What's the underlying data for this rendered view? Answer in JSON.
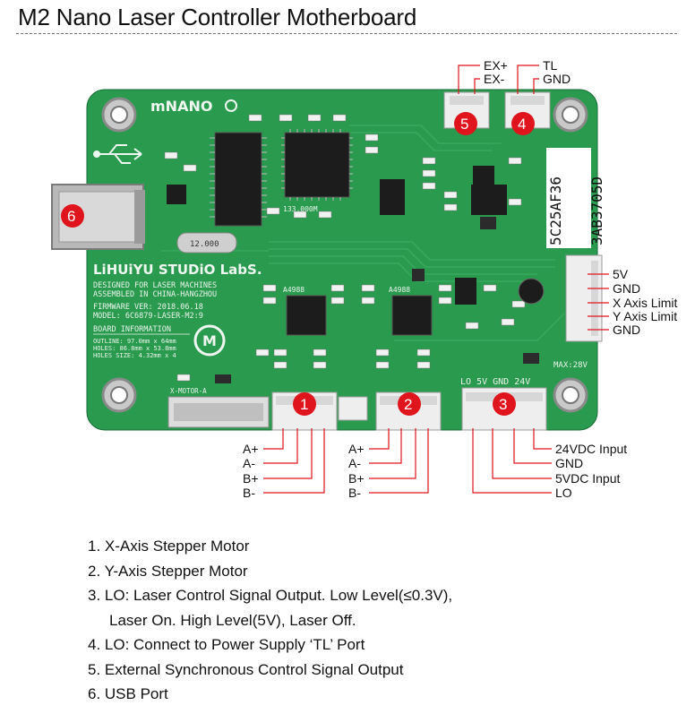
{
  "title": "M2 Nano Laser Controller Motherboard",
  "board": {
    "brand": "mNANO",
    "maker": "LiHUiYU STUDiO LabS.",
    "lines": [
      "DESIGNED FOR LASER MACHINES",
      "ASSEMBLED IN CHINA-HANGZHOU",
      "FIRMWARE VER: 2018.06.18",
      "MODEL: 6C6879-LASER-M2:9"
    ],
    "board_info": "BOARD INFORMATION",
    "info_lines": [
      "OUTLINE: 97.0mm x 64mm",
      "HOLES: 86.8mm x 53.8mm",
      "HOLES SIZE: 4.32mm x 4"
    ],
    "id_code_1": "5C25AF36",
    "id_code_2": "3AB3705D",
    "max_label": "MAX:28V",
    "power_header": "LO 5V GND 24V",
    "motor_label": "X-MOTOR-A",
    "chip_labels": [
      "A4988",
      "A4988"
    ],
    "crystal": "12.000",
    "usb_marks": "133.000M"
  },
  "callouts": {
    "c1": "1",
    "c2": "2",
    "c3": "3",
    "c4": "4",
    "c5": "5",
    "c6": "6"
  },
  "labels": {
    "exp": "EX+",
    "exm": "EX-",
    "tl": "TL",
    "gnd_tl": "GND",
    "right": [
      "5V",
      "GND",
      "X Axis Limit",
      "Y Axis Limit",
      "GND"
    ],
    "motor_x": [
      "A+",
      "A-",
      "B+",
      "B-"
    ],
    "motor_y": [
      "A+",
      "A-",
      "B+",
      "B-"
    ],
    "power": [
      "24VDC Input",
      "GND",
      "5VDC Input",
      "LO"
    ]
  },
  "notes": [
    "1. X-Axis Stepper Motor",
    "2. Y-Axis Stepper Motor",
    "3. LO: Laser Control Signal Output. Low Level(≤0.3V),",
    "Laser On. High Level(5V), Laser Off.",
    "4. LO: Connect to Power Supply ‘TL’ Port",
    "5. External Synchronous Control Signal Output",
    "6. USB Port"
  ],
  "colors": {
    "pcb": "#2a9a4f",
    "pcb_dark": "#1f7d3e",
    "callout": "#e0141c",
    "leader": "#e0141c",
    "connector": "#eeeeee"
  }
}
